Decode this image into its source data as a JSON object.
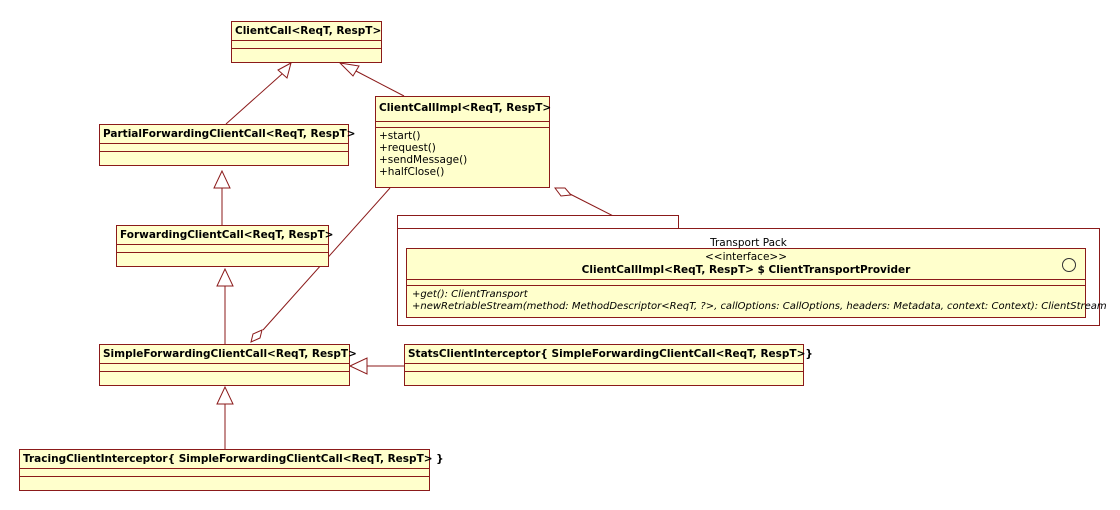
{
  "classes": {
    "client_call": {
      "name": "ClientCall<ReqT, RespT>"
    },
    "client_call_impl": {
      "name": "ClientCallImpl<ReqT, RespT>",
      "operations": [
        "+start()",
        "+request()",
        "+sendMessage()",
        "+halfClose()"
      ]
    },
    "partial_forwarding": {
      "name": "PartialForwardingClientCall<ReqT, RespT>"
    },
    "forwarding": {
      "name": "ForwardingClientCall<ReqT, RespT>"
    },
    "simple_forwarding": {
      "name": "SimpleForwardingClientCall<ReqT, RespT>"
    },
    "stats_interceptor": {
      "name": "StatsClientInterceptor{ SimpleForwardingClientCall<ReqT, RespT>}"
    },
    "tracing_interceptor": {
      "name": "TracingClientInterceptor{ SimpleForwardingClientCall<ReqT, RespT> }"
    }
  },
  "package": {
    "title": "Transport Pack",
    "interface": {
      "stereotype": "<<interface>>",
      "name": "ClientCallImpl<ReqT, RespT> $ ClientTransportProvider",
      "operations": [
        "+get(): ClientTransport",
        "+newRetriableStream(method: MethodDescriptor<ReqT, ?>, callOptions: CallOptions, headers: Metadata, context: Context): ClientStream"
      ]
    }
  },
  "colors": {
    "class_fill": "#ffffcc",
    "border": "#8b1a1a"
  }
}
